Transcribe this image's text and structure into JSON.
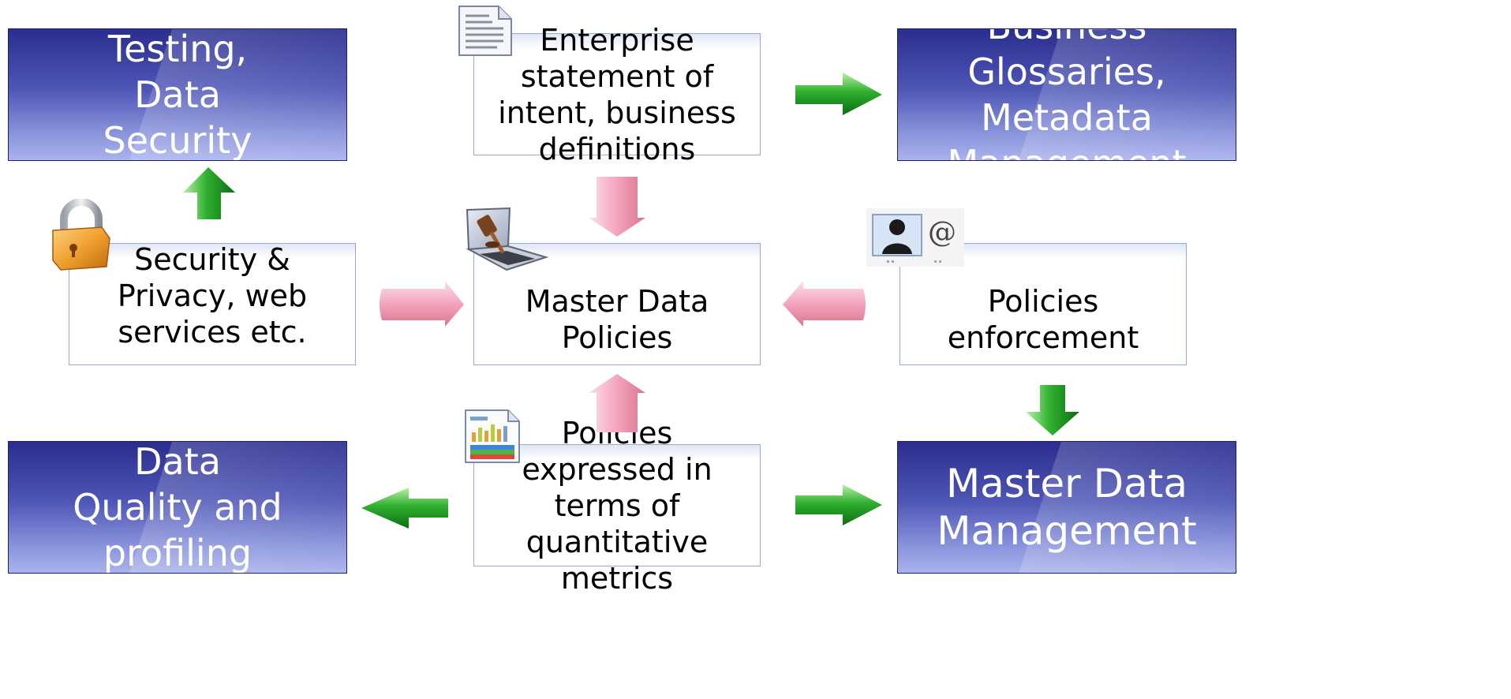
{
  "blue_boxes": {
    "testing_security": "Testing, Data Security",
    "business_glossaries": "Business Glossaries, Metadata Management",
    "data_quality": "Data Quality and profiling",
    "master_data_management": "Master Data Management"
  },
  "white_boxes": {
    "enterprise_statement": "Enterprise statement of intent, business definitions",
    "security_privacy": "Security & Privacy, web services etc.",
    "master_data_policies": "Master Data Policies",
    "policies_enforcement": "Policies enforcement",
    "policies_expressed": "Policies expressed in terms of quantitative metrics"
  },
  "icons": {
    "document": "document-icon",
    "padlock": "padlock-icon",
    "gavel_laptop": "gavel-laptop-icon",
    "contact": "contact-card-icon",
    "report_chart": "report-chart-icon"
  },
  "colors": {
    "blue_box_top": "#2a2d8e",
    "blue_box_bottom": "#aab3ec",
    "green_arrow": "#1d9a1d",
    "pink_arrow": "#f2a0b8",
    "white_box_border": "#9aa9d2"
  }
}
